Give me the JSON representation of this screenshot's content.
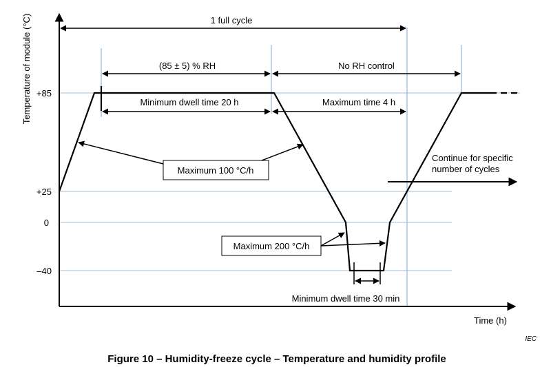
{
  "diagram": {
    "y_axis_label": "Temperature of module  (°C)",
    "x_axis_label": "Time   (h)",
    "y_ticks": {
      "t85": "+85",
      "t25": "+25",
      "t0": "0",
      "tm40": "–40"
    },
    "spans": {
      "full_cycle": "1 full cycle",
      "rh_controlled": "(85 ± 5) % RH",
      "no_rh_control": "No RH control",
      "min_dwell_20h": "Minimum dwell time 20 h",
      "max_time_4h": "Maximum time 4 h",
      "min_dwell_30min": "Minimum dwell time 30 min"
    },
    "callouts": {
      "max_100": "Maximum 100 °C/h",
      "max_200": "Maximum 200 °C/h",
      "continue_line1": "Continue for specific",
      "continue_line2": "number of cycles"
    },
    "publisher_mark": "IEC",
    "caption": "Figure 10 – Humidity-freeze cycle – Temperature and humidity profile"
  }
}
